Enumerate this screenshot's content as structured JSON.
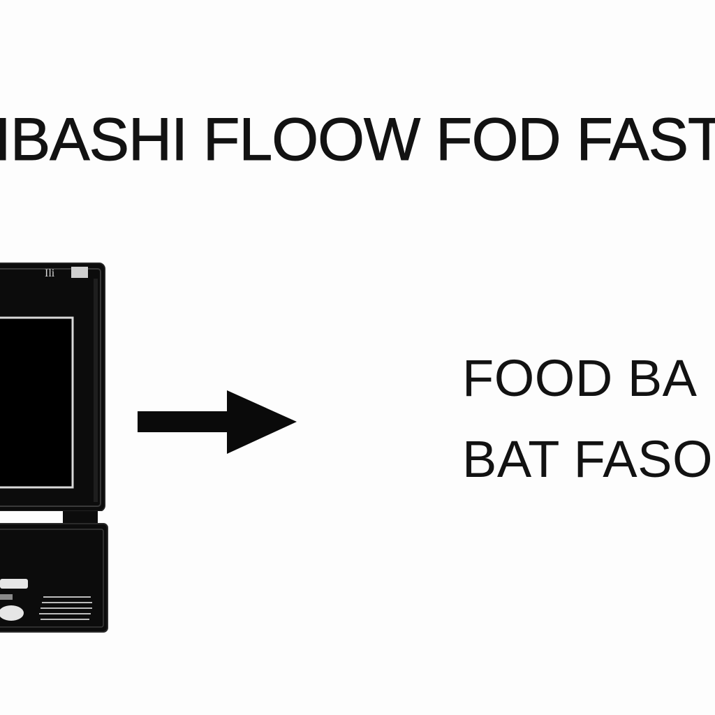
{
  "headline": "IBASHI FLOOW FOD FAST",
  "device": {
    "icon": "computer-tower-icon",
    "badge_text": "Ili"
  },
  "arrow": {
    "icon": "arrow-right-icon"
  },
  "result_labels": {
    "line1": "FOOD BA",
    "line2": "BAT FASO"
  },
  "colors": {
    "background": "#fdfdfd",
    "ink": "#121212"
  }
}
